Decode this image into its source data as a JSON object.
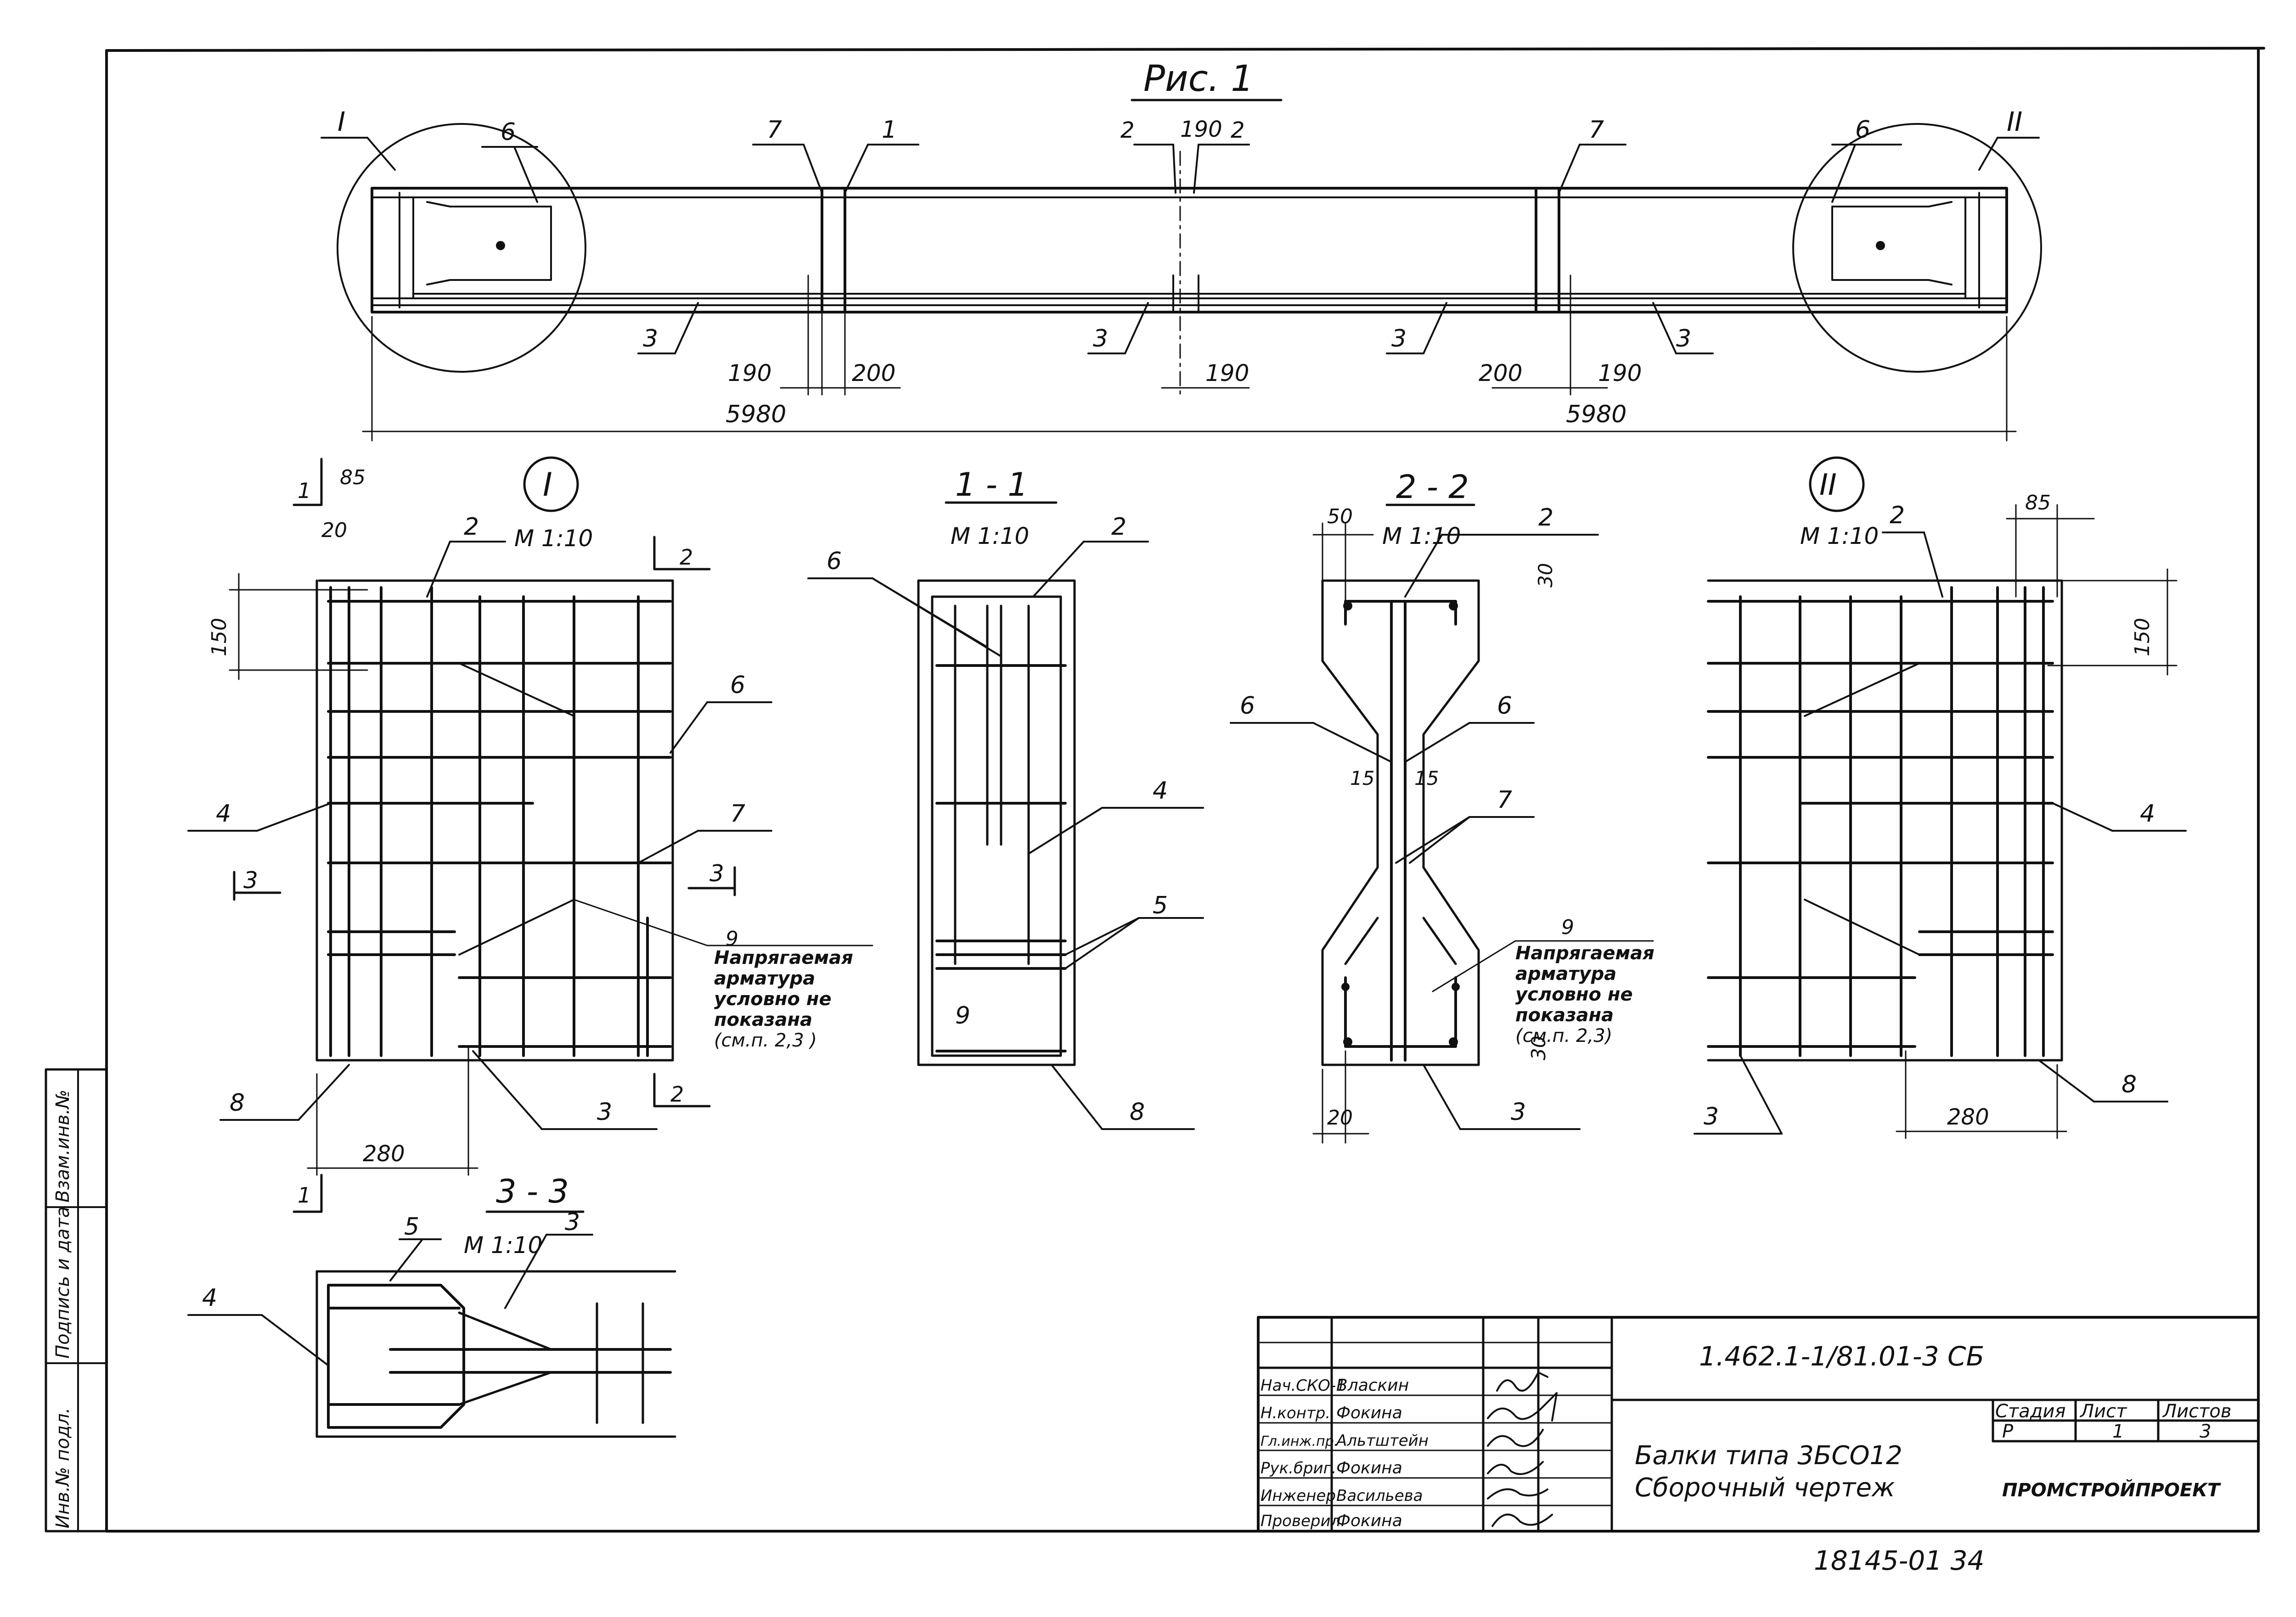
{
  "figure": {
    "title": "Рис. 1",
    "elevation_labels": {
      "detail_left": "I",
      "detail_right": "II",
      "bars": [
        "6",
        "7",
        "1",
        "2",
        "190",
        "2",
        "7",
        "6",
        "3",
        "3",
        "3",
        "3"
      ],
      "dims_bottom": [
        "190",
        "200",
        "190",
        "200",
        "190"
      ],
      "spans": [
        "5980",
        "5980"
      ]
    },
    "detail_I": {
      "label": "I",
      "scale": "М 1:10",
      "cut_mark_1": "1",
      "cut_mark_2": "2",
      "cut_mark_2b": "2",
      "cut_mark_1b": "1",
      "cut_mark_3a": "3",
      "cut_mark_3b": "3",
      "dims": [
        "85",
        "20",
        "150",
        "280"
      ],
      "callouts": [
        "2",
        "6",
        "4",
        "7",
        "8",
        "3"
      ],
      "note_number": "9",
      "note": [
        "Напрягаемая",
        "арматура",
        "условно не",
        "показана",
        "(см.п. 2,3 )"
      ]
    },
    "section_1_1": {
      "title": "1 - 1",
      "scale": "М 1:10",
      "callouts": [
        "2",
        "6",
        "4",
        "5",
        "9",
        "8"
      ]
    },
    "section_2_2": {
      "title": "2 - 2",
      "scale": "М 1:10",
      "dims": [
        "50",
        "30",
        "15",
        "15",
        "30",
        "20"
      ],
      "callouts": [
        "2",
        "6",
        "6",
        "7",
        "9",
        "3"
      ],
      "note": [
        "Напрягаемая",
        "арматура",
        "условно не",
        "показана",
        "(см.п. 2,3)"
      ]
    },
    "detail_II": {
      "label": "II",
      "scale": "М 1:10",
      "dims": [
        "85",
        "150",
        "280"
      ],
      "callouts": [
        "2",
        "4",
        "3",
        "8"
      ]
    },
    "section_3_3": {
      "title": "3 - 3",
      "scale": "М 1:10",
      "callouts": [
        "5",
        "3",
        "4"
      ]
    }
  },
  "side_stamp": [
    "Инв.№ подл.",
    "Подпись и дата",
    "Взам.инв.№"
  ],
  "title_block": {
    "doc_code": "1.462.1-1/81.01-3 СБ",
    "roles": [
      {
        "role": "Нач.СКО-1",
        "name": "Власкин"
      },
      {
        "role": "Н.контр.",
        "name": "Фокина"
      },
      {
        "role": "Гл.инж.пр.",
        "name": "Альтштейн"
      },
      {
        "role": "Рук.бриг.",
        "name": "Фокина"
      },
      {
        "role": "Инженер",
        "name": "Васильева"
      },
      {
        "role": "Проверил",
        "name": "Фокина"
      }
    ],
    "description_line1": "Балки типа 3БСО12",
    "description_line2": "Сборочный чертеж",
    "stage_header": "Стадия",
    "sheet_header": "Лист",
    "sheets_header": "Листов",
    "stage": "Р",
    "sheet": "1",
    "sheets": "3",
    "organization": "ПРОМСТРОЙПРОЕКТ"
  },
  "archive_number": "18145-01 34"
}
